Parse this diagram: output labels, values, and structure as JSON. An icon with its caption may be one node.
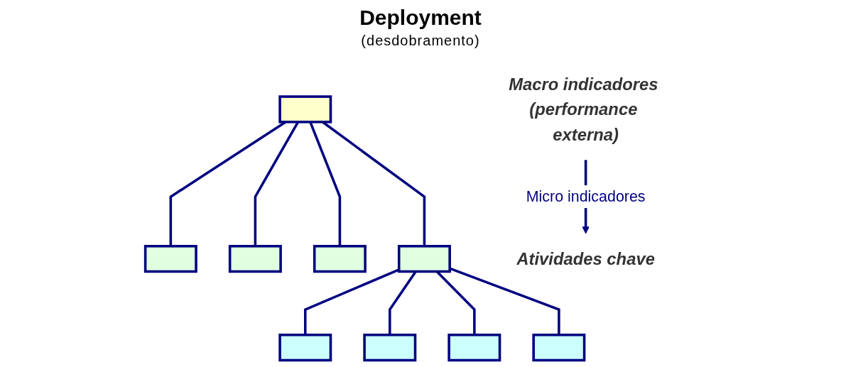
{
  "diagram": {
    "title": "Deployment",
    "nodes": [
      {
        "text": [],
        "shape": "box"
      },
      {
        "text": [],
        "shape": "box"
      },
      {
        "text": [],
        "shape": "box"
      },
      {
        "text": [],
        "shape": "box"
      },
      {
        "text": [],
        "shape": "box"
      },
      {
        "text": [],
        "shape": "box"
      },
      {
        "text": [],
        "shape": "box"
      },
      {
        "text": [],
        "shape": "box"
      },
      {
        "text": [],
        "shape": "box"
      },
      {
        "text": [
          "Macro indicadores (performance externa)"
        ]
      },
      {
        "text": [
          "Atividades chave"
        ]
      }
    ],
    "edges": [
      {
        "from": 0,
        "to": 1,
        "arrow": "none"
      },
      {
        "from": 0,
        "to": 2,
        "arrow": "none"
      },
      {
        "from": 0,
        "to": 3,
        "arrow": "none"
      },
      {
        "from": 0,
        "to": 4,
        "arrow": "none"
      },
      {
        "from": 4,
        "to": 5,
        "arrow": "none"
      },
      {
        "from": 4,
        "to": 6,
        "arrow": "none"
      },
      {
        "from": 4,
        "to": 7,
        "arrow": "none"
      },
      {
        "from": 4,
        "to": 8,
        "arrow": "none"
      },
      {
        "from": 9,
        "to": 10,
        "arrow": "to",
        "label": "Micro indicadores"
      }
    ],
    "labels": [
      "(desdobramento)"
    ]
  }
}
